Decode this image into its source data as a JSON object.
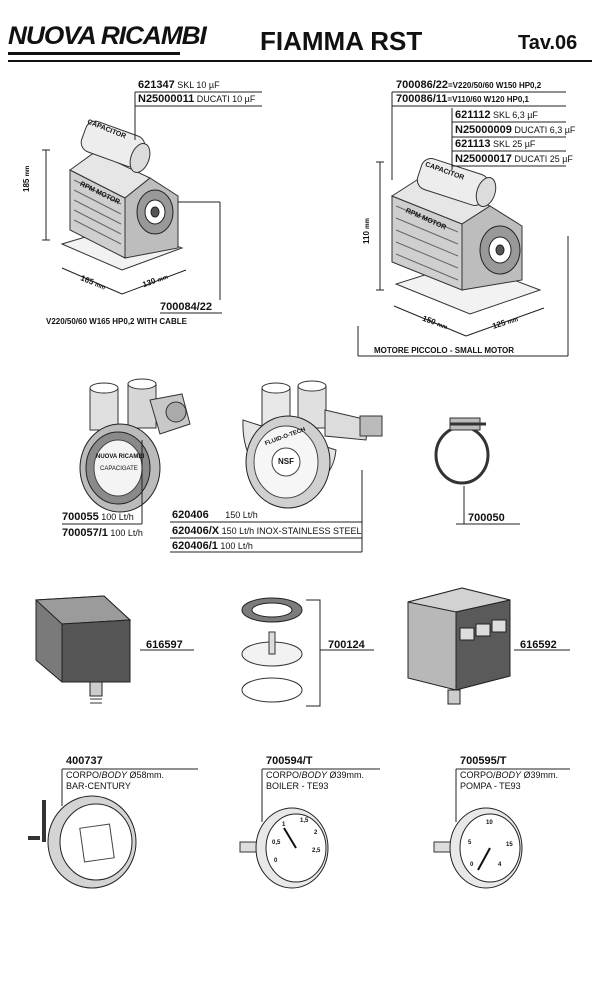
{
  "header": {
    "brand": "NUOVA RICAMBI",
    "title": "FIAMMA RST",
    "table": "Tav.06"
  },
  "motor_large": {
    "cap1_code": "621347",
    "cap1_desc": "SKL 10 µF",
    "cap2_code": "N25000011",
    "cap2_desc": "DUCATI 10 µF",
    "height": "185",
    "width": "165",
    "depth": "130",
    "unit": "mm",
    "code": "700084/22",
    "spec": "V220/50/60 W165 HP0,2 WITH CABLE",
    "cap_text": "CAPACITOR",
    "motor_text": "RPM MOTOR"
  },
  "motor_small": {
    "m1_code": "700086/22",
    "m1_spec": "=V220/50/60 W150 HP0,2",
    "m2_code": "700086/11",
    "m2_spec": "=V110/60 W120 HP0,1",
    "cap1_code": "621112",
    "cap1_desc": "SKL 6,3 µF",
    "cap2_code": "N25000009",
    "cap2_desc": "DUCATI 6,3 µF",
    "cap3_code": "621113",
    "cap3_desc": "SKL 25 µF",
    "cap4_code": "N25000017",
    "cap4_desc": "DUCATI 25 µF",
    "height": "110",
    "width": "150",
    "depth": "125",
    "unit": "mm",
    "caption": "MOTORE PICCOLO  -  SMALL MOTOR",
    "cap_text": "CAPACITOR",
    "motor_text": "RPM MOTOR"
  },
  "pumps": {
    "p1_code": "700055",
    "p1_desc": "100 Lt/h",
    "p2_code": "700057/1",
    "p2_desc": "100 Lt/h",
    "p3_code": "620406",
    "p3_desc": "150 Lt/h",
    "p4_code": "620406/X",
    "p4_desc": "150 Lt/h INOX-STAINLESS STEEL",
    "p5_code": "620406/1",
    "p5_desc": "100 Lt/h",
    "clamp_code": "700050",
    "label_brand": "NUOVA RICAMBI",
    "label_model": "CAPACIGATE",
    "label_brand2": "FLUID-O-TECH",
    "label_nsf": "NSF"
  },
  "switches": {
    "ps1_code": "616597",
    "kit_code": "700124",
    "ps2_code": "616592"
  },
  "gauges": {
    "g1_code": "400737",
    "g1_body": "CORPO/",
    "g1_body_it": "BODY",
    "g1_size": " Ø58mm.",
    "g1_desc": "BAR-CENTURY",
    "g2_code": "700594/T",
    "g2_body": "CORPO/",
    "g2_body_it": "BODY",
    "g2_size": " Ø39mm.",
    "g2_desc": "BOILER - TE93",
    "g3_code": "700595/T",
    "g3_body": "CORPO/",
    "g3_body_it": "BODY",
    "g3_size": " Ø39mm.",
    "g3_desc": "POMPA - TE93",
    "g2_ticks": [
      "0",
      "0,5",
      "1",
      "1,5",
      "2",
      "2,5"
    ],
    "g3_ticks": [
      "0",
      "5",
      "10",
      "15",
      "4"
    ]
  }
}
